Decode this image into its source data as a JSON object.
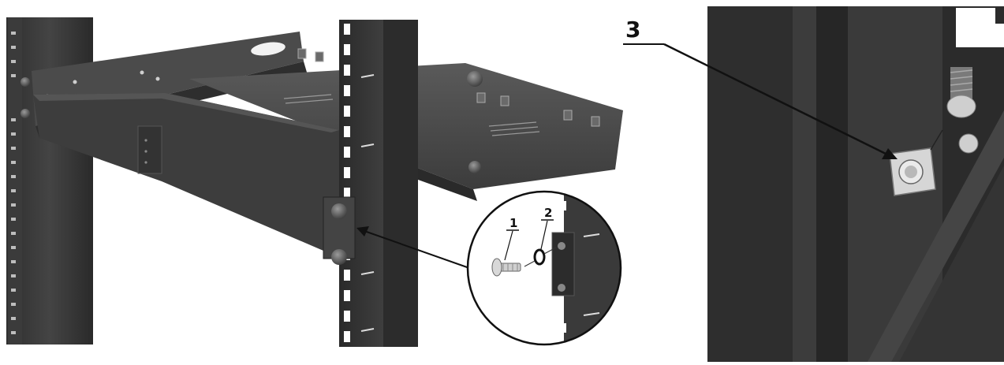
{
  "callouts": {
    "screw": "1",
    "washer": "2",
    "cage_nut": "3"
  },
  "colors": {
    "metal_dark": "#3a3a3a",
    "metal_mid": "#4a4a4a",
    "metal_light": "#5c5c5c",
    "hardware": "#c8c8c8",
    "line": "#111111"
  }
}
